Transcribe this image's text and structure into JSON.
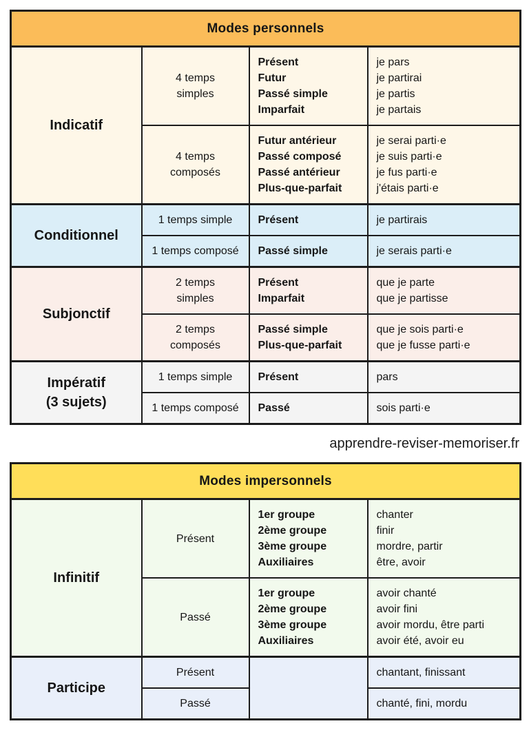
{
  "credit": {
    "site": "apprendre-reviser-memoriser.fr"
  },
  "colors": {
    "border": "#1c1c1c",
    "personnels_header": "#FBBC59",
    "impersonnels_header": "#FFDE59",
    "indicatif_bg": "#FEF7E8",
    "conditionnel_bg": "#DBEEF8",
    "subjonctif_bg": "#FBEEE9",
    "imperatif_bg": "#F4F4F4",
    "infinitif_bg": "#F2FAED",
    "participe_bg": "#E9EFFA"
  },
  "tables": [
    {
      "title": "Modes personnels",
      "title_bg": "#FBBC59",
      "sections": [
        {
          "mode": [
            "Indicatif"
          ],
          "bg": "#FEF7E8",
          "rows": [
            {
              "label": [
                "4 temps",
                "simples"
              ],
              "tenses": [
                "Présent",
                "Futur",
                "Passé simple",
                "Imparfait"
              ],
              "examples": [
                "je pars",
                "je partirai",
                "je partis",
                "je partais"
              ]
            },
            {
              "label": [
                "4 temps",
                "composés"
              ],
              "tenses": [
                "Futur antérieur",
                "Passé composé",
                "Passé antérieur",
                "Plus-que-parfait"
              ],
              "examples": [
                "je serai parti·e",
                "je suis parti·e",
                "je fus parti·e",
                "j'étais parti·e"
              ]
            }
          ]
        },
        {
          "mode": [
            "Conditionnel"
          ],
          "bg": "#DBEEF8",
          "rows": [
            {
              "label": [
                "1 temps simple"
              ],
              "tenses": [
                "Présent"
              ],
              "examples": [
                "je partirais"
              ]
            },
            {
              "label": [
                "1 temps composé"
              ],
              "tenses": [
                "Passé simple"
              ],
              "examples": [
                "je serais parti·e"
              ]
            }
          ]
        },
        {
          "mode": [
            "Subjonctif"
          ],
          "bg": "#FBEEE9",
          "rows": [
            {
              "label": [
                "2 temps",
                "simples"
              ],
              "tenses": [
                "Présent",
                "Imparfait"
              ],
              "examples": [
                "que je parte",
                "que je partisse"
              ]
            },
            {
              "label": [
                "2 temps",
                "composés"
              ],
              "tenses": [
                "Passé simple",
                "Plus-que-parfait"
              ],
              "examples": [
                "que je sois parti·e",
                "que je fusse parti·e"
              ]
            }
          ]
        },
        {
          "mode": [
            "Impératif",
            "(3 sujets)"
          ],
          "bg": "#F4F4F4",
          "rows": [
            {
              "label": [
                "1 temps simple"
              ],
              "tenses": [
                "Présent"
              ],
              "examples": [
                "pars"
              ]
            },
            {
              "label": [
                "1 temps composé"
              ],
              "tenses": [
                "Passé"
              ],
              "examples": [
                "sois parti·e"
              ]
            }
          ]
        }
      ]
    },
    {
      "title": "Modes impersonnels",
      "title_bg": "#FFDE59",
      "sections": [
        {
          "mode": [
            "Infinitif"
          ],
          "bg": "#F2FAED",
          "rows": [
            {
              "label": [
                "Présent"
              ],
              "tenses": [
                "1er groupe",
                "2ème groupe",
                "3ème groupe",
                "Auxiliaires"
              ],
              "examples": [
                "chanter",
                "finir",
                "mordre, partir",
                "être, avoir"
              ]
            },
            {
              "label": [
                "Passé"
              ],
              "tenses": [
                "1er groupe",
                "2ème groupe",
                "3ème groupe",
                "Auxiliaires"
              ],
              "examples": [
                "avoir chanté",
                "avoir fini",
                "avoir mordu, être parti",
                "avoir été, avoir eu"
              ]
            }
          ]
        },
        {
          "mode": [
            "Participe"
          ],
          "bg": "#E9EFFA",
          "merge_tense_col": true,
          "rows": [
            {
              "label": [
                "Présent"
              ],
              "tenses": [],
              "examples": [
                "chantant, finissant"
              ]
            },
            {
              "label": [
                "Passé"
              ],
              "tenses": [],
              "examples": [
                "chanté, fini, mordu"
              ]
            }
          ]
        }
      ]
    }
  ]
}
